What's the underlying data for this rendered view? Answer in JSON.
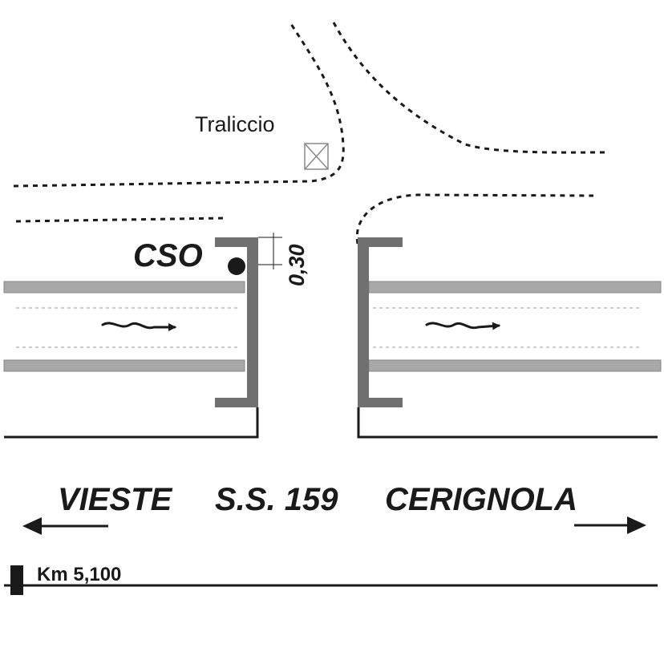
{
  "labels": {
    "tower": "Traliccio",
    "cso": "CSO",
    "clearance": "0,30",
    "left_destination": "VIESTE",
    "road": "S.S. 159",
    "right_destination": "CERIGNOLA",
    "km_marker": "Km 5,100"
  },
  "icons": {
    "tower_symbol": "lattice-tower-icon",
    "cso_point": "filled-circle-icon",
    "flow_arrows": "wavy-arrow-icon",
    "direction_arrows": "arrow-icon",
    "km_post": "post-icon"
  },
  "colors": {
    "ink": "#1a1a1a",
    "wall": "#707070",
    "pipe_fill": "#a8a8a8",
    "pipe_stroke": "#888888",
    "tower": "#8a8a8a"
  }
}
